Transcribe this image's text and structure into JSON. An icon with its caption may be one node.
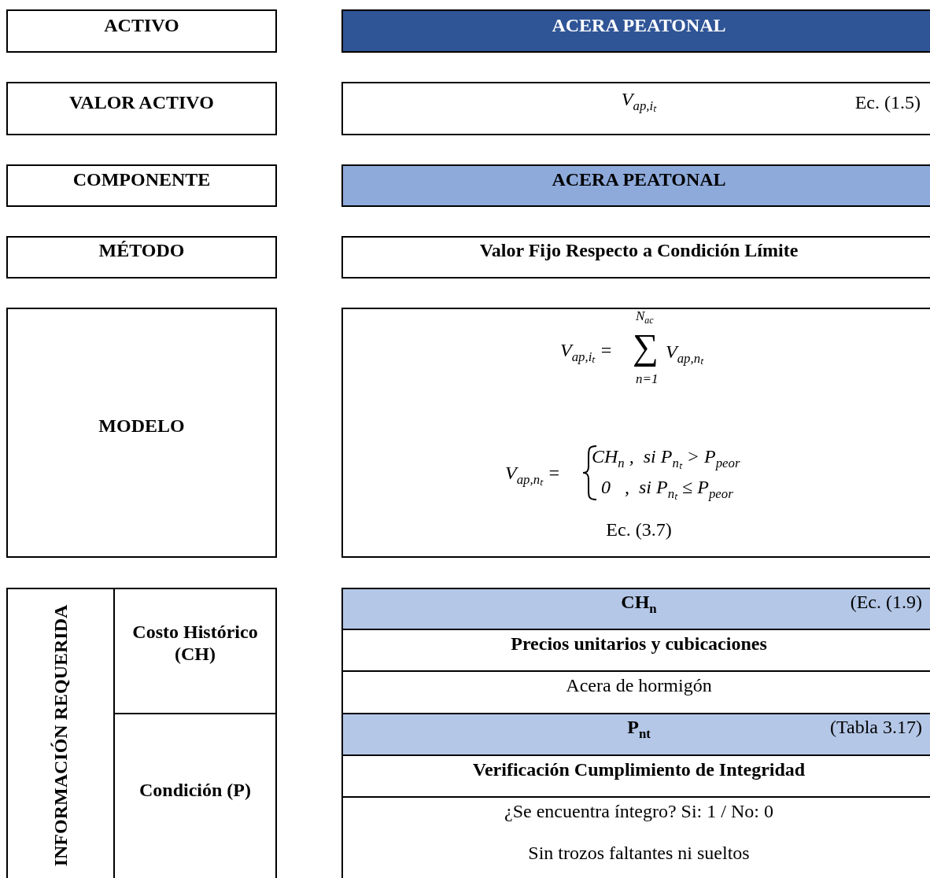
{
  "diagram": {
    "nodes": [
      {
        "text": [
          "ACTIVO"
        ]
      },
      {
        "text": [
          "ACERA PEATONAL"
        ]
      },
      {
        "text": [
          "VALOR ACTIVO"
        ]
      },
      {
        "text": [
          "V$_{ap,iₜ}$",
          "Ec. (1.5)"
        ]
      },
      {
        "text": [
          "COMPONENTE"
        ]
      },
      {
        "text": [
          "ACERA PEATONAL"
        ]
      },
      {
        "text": [
          "MÉTODO"
        ]
      },
      {
        "text": [
          "Valor Fijo Respecto a Condición Límite"
        ]
      },
      {
        "text": [
          "MODELO"
        ]
      },
      {
        "text": [
          "V$_{ap,iₜ}$ =",
          "N$_{ac}$",
          "∑",
          "n=1",
          "V$_{ap,nₜ}$",
          "V$_{ap,nₜ}$ =",
          "CH$_{n}$ ,  si P$_{nₜ}$ > P$_{peor}$",
          "0   ,  si P$_{nₜ}$ ≤ P$_{peor}$",
          "Ec. (3.7)"
        ]
      },
      {
        "text": [
          "INFORMACIÓN REQUERIDA"
        ]
      },
      {
        "text": [
          "Costo Histórico (CH)"
        ]
      },
      {
        "text": [
          "Condición (P)"
        ]
      },
      {
        "text": [
          "CH$_{n}$",
          "(Ec. (1.9)"
        ]
      },
      {
        "text": [
          "Precios unitarios y cubicaciones"
        ]
      },
      {
        "text": [
          "Acera de hormigón"
        ]
      },
      {
        "text": [
          "P$_{nt}$",
          "(Tabla 3.17)"
        ]
      },
      {
        "text": [
          "Verificación Cumplimiento de Integridad"
        ]
      },
      {
        "text": [
          "¿Se encuentra íntegro? Si: 1 / No: 0",
          "Sin trozos faltantes ni sueltos"
        ]
      }
    ]
  }
}
